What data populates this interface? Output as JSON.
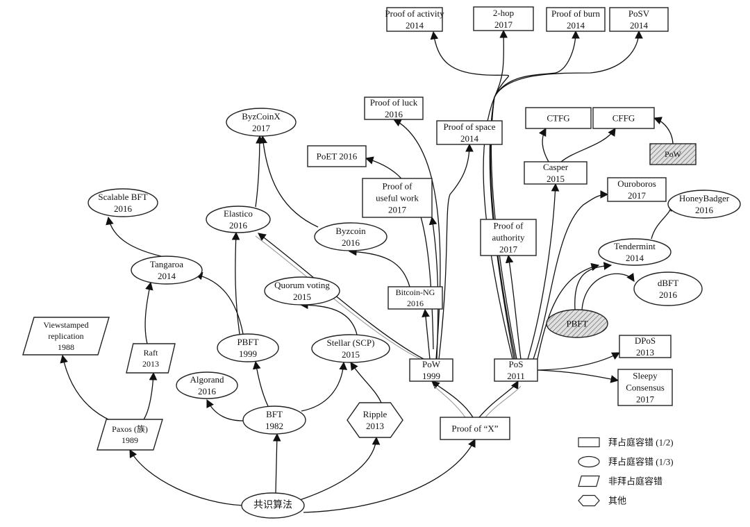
{
  "diagram": {
    "nodes": [
      {
        "id": "proof_activity",
        "shape": "rect",
        "lines": [
          "Proof of activity",
          "2014"
        ]
      },
      {
        "id": "two_hop",
        "shape": "rect",
        "lines": [
          "2-hop",
          "2017"
        ]
      },
      {
        "id": "proof_burn",
        "shape": "rect",
        "lines": [
          "Proof of burn",
          "2014"
        ]
      },
      {
        "id": "posv",
        "shape": "rect",
        "lines": [
          "PoSV",
          "2014"
        ]
      },
      {
        "id": "proof_luck",
        "shape": "rect",
        "lines": [
          "Proof of luck",
          "2016"
        ]
      },
      {
        "id": "proof_space",
        "shape": "rect",
        "lines": [
          "Proof of space",
          "2014"
        ]
      },
      {
        "id": "poet",
        "shape": "rect",
        "lines": [
          "PoET 2016"
        ]
      },
      {
        "id": "useful_work",
        "shape": "rect",
        "lines": [
          "Proof of",
          "useful work",
          "2017"
        ]
      },
      {
        "id": "ctfg",
        "shape": "rect",
        "lines": [
          "CTFG"
        ]
      },
      {
        "id": "cffg",
        "shape": "rect",
        "lines": [
          "CFFG"
        ]
      },
      {
        "id": "pow_hatched",
        "shape": "rect",
        "hatched": true,
        "lines": [
          "PoW"
        ]
      },
      {
        "id": "casper",
        "shape": "rect",
        "lines": [
          "Casper",
          "2015"
        ]
      },
      {
        "id": "ouroboros",
        "shape": "rect",
        "lines": [
          "Ouroboros",
          "2017"
        ]
      },
      {
        "id": "proof_authority",
        "shape": "rect",
        "lines": [
          "Proof of",
          "authority",
          "2017"
        ]
      },
      {
        "id": "bitcoin_ng",
        "shape": "rect",
        "lines": [
          "Bitcoin-NG",
          "2016"
        ]
      },
      {
        "id": "pow",
        "shape": "rect",
        "lines": [
          "PoW",
          "1999"
        ]
      },
      {
        "id": "pos",
        "shape": "rect",
        "lines": [
          "PoS",
          "2011"
        ]
      },
      {
        "id": "dpos",
        "shape": "rect",
        "lines": [
          "DPoS",
          "2013"
        ]
      },
      {
        "id": "sleepy",
        "shape": "rect",
        "lines": [
          "Sleepy",
          "Consensus",
          "2017"
        ]
      },
      {
        "id": "proof_x",
        "shape": "rect",
        "lines": [
          "Proof of “X”"
        ]
      },
      {
        "id": "byzcoinx",
        "shape": "ellipse",
        "lines": [
          "ByzCoinX",
          "2017"
        ]
      },
      {
        "id": "scalable_bft",
        "shape": "ellipse",
        "lines": [
          "Scalable BFT",
          "2016"
        ]
      },
      {
        "id": "elastico",
        "shape": "ellipse",
        "lines": [
          "Elastico",
          "2016"
        ]
      },
      {
        "id": "byzcoin",
        "shape": "ellipse",
        "lines": [
          "Byzcoin",
          "2016"
        ]
      },
      {
        "id": "tangaroa",
        "shape": "ellipse",
        "lines": [
          "Tangaroa",
          "2014"
        ]
      },
      {
        "id": "quorum",
        "shape": "ellipse",
        "lines": [
          "Quorum voting",
          "2015"
        ]
      },
      {
        "id": "honeybadger",
        "shape": "ellipse",
        "lines": [
          "HoneyBadger",
          "2016"
        ]
      },
      {
        "id": "tendermint",
        "shape": "ellipse",
        "lines": [
          "Tendermint",
          "2014"
        ]
      },
      {
        "id": "dbft",
        "shape": "ellipse",
        "lines": [
          "dBFT",
          "2016"
        ]
      },
      {
        "id": "pbft_hatched",
        "shape": "ellipse",
        "hatched": true,
        "lines": [
          "PBFT"
        ]
      },
      {
        "id": "pbft",
        "shape": "ellipse",
        "lines": [
          "PBFT",
          "1999"
        ]
      },
      {
        "id": "stellar",
        "shape": "ellipse",
        "lines": [
          "Stellar (SCP)",
          "2015"
        ]
      },
      {
        "id": "algorand",
        "shape": "ellipse",
        "lines": [
          "Algorand",
          "2016"
        ]
      },
      {
        "id": "bft",
        "shape": "ellipse",
        "lines": [
          "BFT",
          "1982"
        ]
      },
      {
        "id": "consensus",
        "shape": "ellipse",
        "lines": [
          "共识算法"
        ]
      },
      {
        "id": "viewstamped",
        "shape": "parallelogram",
        "lines": [
          "Viewstamped",
          "replication",
          "1988"
        ]
      },
      {
        "id": "raft",
        "shape": "parallelogram",
        "lines": [
          "Raft",
          "2013"
        ]
      },
      {
        "id": "paxos",
        "shape": "parallelogram",
        "lines": [
          "Paxos (族)",
          "1989"
        ]
      },
      {
        "id": "ripple",
        "shape": "hexagon",
        "lines": [
          "Ripple",
          "2013"
        ]
      }
    ],
    "edges": [
      {
        "from": "consensus",
        "to": "paxos"
      },
      {
        "from": "consensus",
        "to": "bft"
      },
      {
        "from": "consensus",
        "to": "ripple"
      },
      {
        "from": "consensus",
        "to": "proof_x"
      },
      {
        "from": "paxos",
        "to": "viewstamped"
      },
      {
        "from": "paxos",
        "to": "raft"
      },
      {
        "from": "raft",
        "to": "tangaroa"
      },
      {
        "from": "tangaroa",
        "to": "scalable_bft"
      },
      {
        "from": "bft",
        "to": "algorand"
      },
      {
        "from": "bft",
        "to": "pbft"
      },
      {
        "from": "bft",
        "to": "stellar"
      },
      {
        "from": "pbft",
        "to": "tangaroa"
      },
      {
        "from": "pbft",
        "to": "elastico"
      },
      {
        "from": "elastico",
        "to": "byzcoinx"
      },
      {
        "from": "byzcoin",
        "to": "byzcoinx"
      },
      {
        "from": "stellar",
        "to": "quorum"
      },
      {
        "from": "ripple",
        "to": "stellar"
      },
      {
        "from": "proof_x",
        "to": "pow"
      },
      {
        "from": "proof_x",
        "to": "pos"
      },
      {
        "from": "pow",
        "to": "elastico"
      },
      {
        "from": "pow",
        "to": "bitcoin_ng"
      },
      {
        "from": "bitcoin_ng",
        "to": "byzcoin"
      },
      {
        "from": "pow",
        "to": "useful_work"
      },
      {
        "from": "pow",
        "to": "poet"
      },
      {
        "from": "pow",
        "to": "proof_luck"
      },
      {
        "from": "pow",
        "to": "proof_space"
      },
      {
        "from": "pos",
        "to": "proof_activity"
      },
      {
        "from": "pos",
        "to": "two_hop"
      },
      {
        "from": "pos",
        "to": "proof_burn"
      },
      {
        "from": "pos",
        "to": "posv"
      },
      {
        "from": "pos",
        "to": "proof_authority"
      },
      {
        "from": "pos",
        "to": "casper"
      },
      {
        "from": "pos",
        "to": "ouroboros"
      },
      {
        "from": "pos",
        "to": "tendermint"
      },
      {
        "from": "pos",
        "to": "dpos"
      },
      {
        "from": "pos",
        "to": "sleepy"
      },
      {
        "from": "casper",
        "to": "ctfg"
      },
      {
        "from": "casper",
        "to": "cffg"
      },
      {
        "from": "pow_hatched",
        "to": "cffg"
      },
      {
        "from": "pbft_hatched",
        "to": "tendermint"
      },
      {
        "from": "pbft_hatched",
        "to": "dbft"
      },
      {
        "from": "tendermint",
        "to": "honeybadger"
      }
    ],
    "legend": [
      {
        "shape": "rect",
        "label": "拜占庭容错 (1/2)"
      },
      {
        "shape": "ellipse",
        "label": "拜占庭容错 (1/3)"
      },
      {
        "shape": "parallelogram",
        "label": "非拜占庭容错"
      },
      {
        "shape": "hexagon",
        "label": "其他"
      }
    ]
  }
}
